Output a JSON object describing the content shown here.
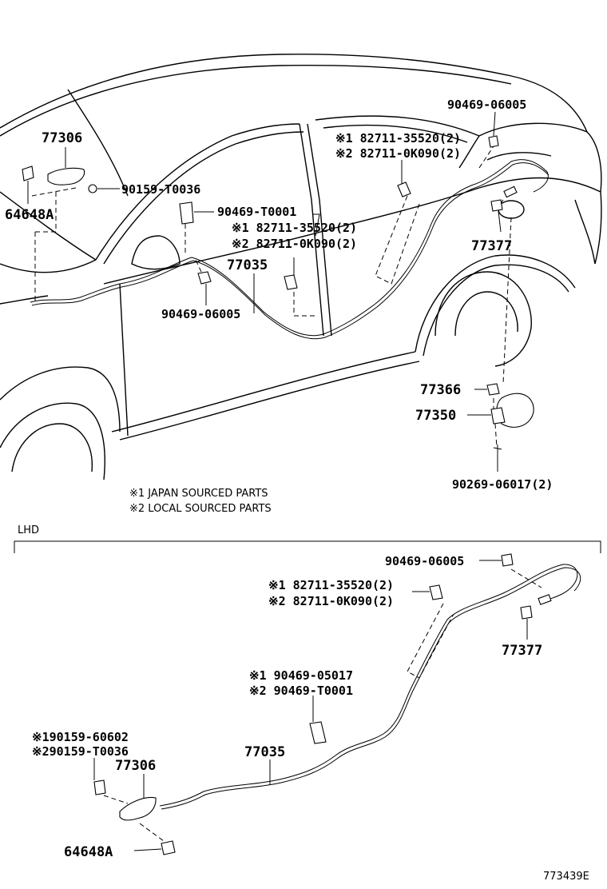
{
  "diagram_id": "773439E",
  "section_label": "LHD",
  "notes": {
    "note1": "※1 JAPAN SOURCED PARTS",
    "note2": "※2 LOCAL SOURCED PARTS"
  },
  "upper_labels": {
    "p77306": "77306",
    "p64648a": "64648A",
    "p90159_t0036": "90159-T0036",
    "p90469_t0001": "90469-T0001",
    "p82711_35520_a": "※1 82711-35520(2)",
    "p82711_0k090_a": "※2 82711-0K090(2)",
    "p77035": "77035",
    "p90469_06005_left": "90469-06005",
    "p90469_06005_top": "90469-06005",
    "p82711_35520_b": "※1 82711-35520(2)",
    "p82711_0k090_b": "※2 82711-0K090(2)",
    "p77377": "77377",
    "p77366": "77366",
    "p77350": "77350",
    "p90269_06017": "90269-06017(2)"
  },
  "lower_labels": {
    "p90469_06005": "90469-06005",
    "p82711_35520": "※1 82711-35520(2)",
    "p82711_0k090": "※2 82711-0K090(2)",
    "p77377": "77377",
    "p90469_05017": "※1 90469-05017",
    "p90469_t0001": "※2 90469-T0001",
    "p90159_60602": "※190159-60602",
    "p90159_t0036": "※290159-T0036",
    "p77306": "77306",
    "p77035": "77035",
    "p64648a": "64648A"
  }
}
